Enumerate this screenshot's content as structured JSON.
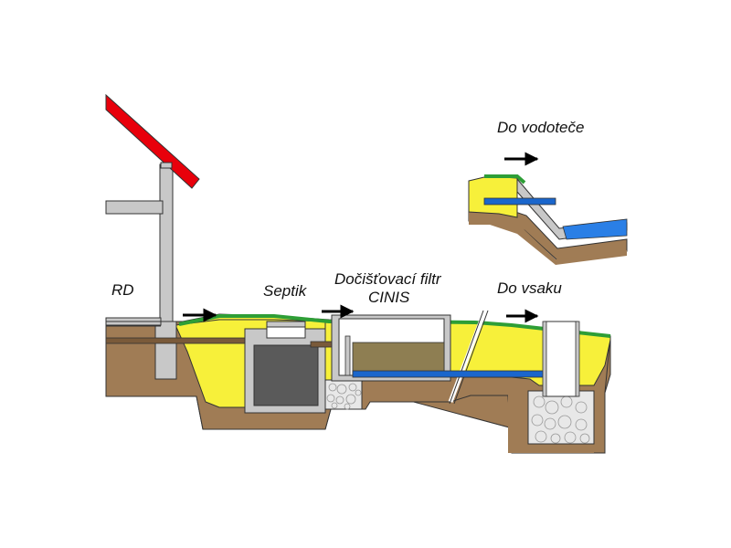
{
  "labels": {
    "house": "RD",
    "septic": "Septik",
    "filter_line1": "Dočišťovací filtr",
    "filter_line2": "CINIS",
    "to_watercourse": "Do vodoteče",
    "to_soakaway": "Do vsaku"
  },
  "colors": {
    "roof": "#e8000b",
    "soil": "#a07c55",
    "sand": "#f7f03a",
    "grass": "#2e9e36",
    "concrete": "#c8c8c8",
    "tank_dark": "#5a5a5a",
    "sludge": "#8e7e52",
    "pipe_brown": "#7a5a3a",
    "pipe_blue": "#1a66cc",
    "water": "#2a7fe6",
    "gravel": "#e8e8e8",
    "outline": "#222222"
  },
  "icons": {
    "flow_arrow": "right-arrow-icon"
  }
}
